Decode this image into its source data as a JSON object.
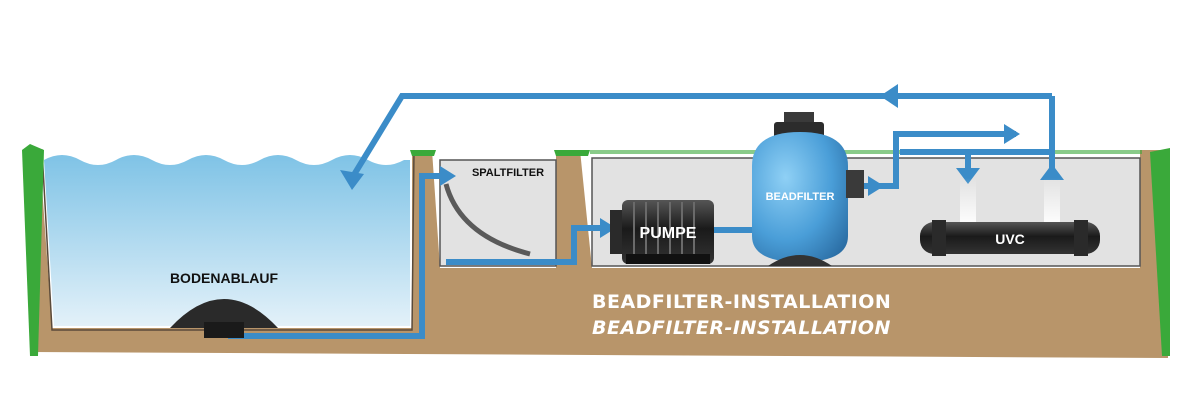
{
  "labels": {
    "bodenablauf": "BODENABLAUF",
    "spaltfilter": "SPALTFILTER",
    "pumpe": "PUMPE",
    "beadfilter": "BEADFILTER",
    "uvc": "UVC",
    "title_line1": "BEADFILTER-INSTALLATION",
    "title_line2": "BEADFILTER-INSTALLATION"
  },
  "colors": {
    "soil": "#b8956a",
    "grass": "#3aa93a",
    "water_top": "#7fc3e6",
    "water_bottom": "#d9edf7",
    "pipe": "#3b8cc8",
    "chamber": "#e2e2e2",
    "equipment_dark": "#1e1e1e",
    "filter_tank": "#4a9ed8"
  }
}
